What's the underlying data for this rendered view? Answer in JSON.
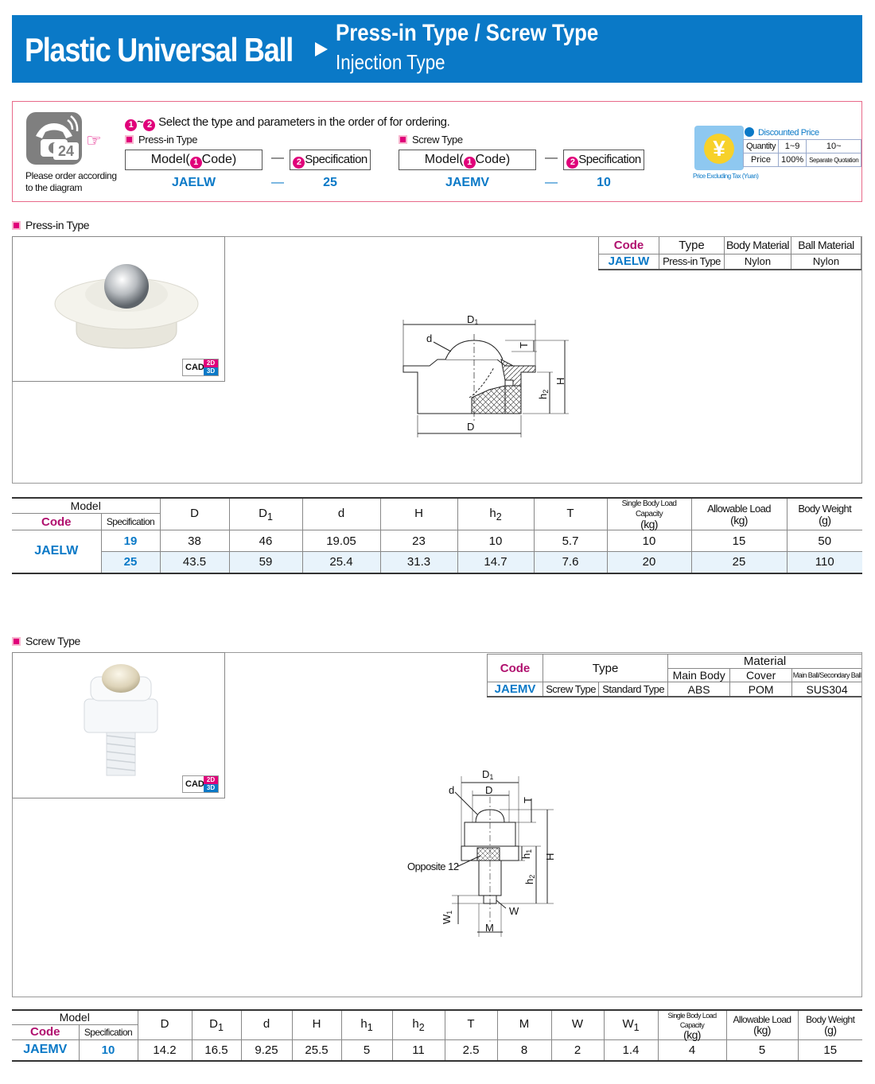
{
  "header": {
    "title": "Plastic Universal Ball",
    "subtitle1": "Press-in Type / Screw Type",
    "subtitle2": "Injection Type"
  },
  "ordering": {
    "step_marks": [
      "1",
      "2"
    ],
    "tilde": "~",
    "instruction": "Select the type and parameters in the order of for ordering.",
    "note_line1": "Please order according",
    "note_line2": "to the diagram",
    "phone_badge": "24",
    "press_in": {
      "label": "Press-in Type",
      "model_prefix": "Model(",
      "model_code": "Code)",
      "spec_label": "Specification",
      "code_value": "JAELW",
      "spec_value": "25"
    },
    "screw": {
      "label": "Screw Type",
      "model_prefix": "Model(",
      "model_code": "Code)",
      "spec_label": "Specification",
      "code_value": "JAEMV",
      "spec_value": "10"
    },
    "dash": "—"
  },
  "price": {
    "yen": "¥",
    "discounted": "Discounted Price",
    "quantity_label": "Quantity",
    "price_label": "Price",
    "q1": "1~9",
    "q2": "10~",
    "p1": "100%",
    "p2": "Separate Quotation",
    "note": "Price Excluding Tax (Yuan)"
  },
  "press_in_section": {
    "label": "Press-in Type",
    "cad": {
      "text": "CAD",
      "d2": "2D",
      "d3": "3D"
    },
    "info_table": {
      "headers": [
        "Code",
        "Type",
        "Body Material",
        "Ball Material"
      ],
      "row": [
        "JAELW",
        "Press-in Type",
        "Nylon",
        "Nylon"
      ]
    },
    "drawing_labels": {
      "D1": "D",
      "D1_sub": "1",
      "d": "d",
      "T": "T",
      "H": "H",
      "h2": "h",
      "h2_sub": "2",
      "D": "D"
    },
    "spec_table": {
      "model": "Model",
      "code": "Code",
      "specification": "Specification",
      "columns": [
        {
          "main": "D",
          "sub": ""
        },
        {
          "main": "D",
          "sub": "1"
        },
        {
          "main": "d",
          "sub": ""
        },
        {
          "main": "H",
          "sub": ""
        },
        {
          "main": "h",
          "sub": "2"
        },
        {
          "main": "T",
          "sub": ""
        },
        {
          "main": "Single Body Load Capacity",
          "sub": "(kg)"
        },
        {
          "main": "Allowable Load",
          "sub": "(kg)"
        },
        {
          "main": "Body Weight",
          "sub": "(g)"
        }
      ],
      "code_value": "JAELW",
      "rows": [
        {
          "spec": "19",
          "values": [
            "38",
            "46",
            "19.05",
            "23",
            "10",
            "5.7",
            "10",
            "15",
            "50"
          ]
        },
        {
          "spec": "25",
          "values": [
            "43.5",
            "59",
            "25.4",
            "31.3",
            "14.7",
            "7.6",
            "20",
            "25",
            "110"
          ]
        }
      ]
    }
  },
  "screw_section": {
    "label": "Screw Type",
    "cad": {
      "text": "CAD",
      "d2": "2D",
      "d3": "3D"
    },
    "info_table": {
      "code": "Code",
      "type": "Type",
      "material": "Material",
      "main_body": "Main Body",
      "cover": "Cover",
      "ball": "Main Ball/Secondary Ball",
      "row": [
        "JAEMV",
        "Screw Type",
        "Standard Type",
        "ABS",
        "POM",
        "SUS304"
      ]
    },
    "drawing_labels": {
      "D1": "D",
      "D1_sub": "1",
      "d": "d",
      "D": "D",
      "T": "T",
      "H": "H",
      "h1": "h",
      "h1_sub": "1",
      "h2": "h",
      "h2_sub": "2",
      "opposite": "Opposite 12",
      "W": "W",
      "W1": "W",
      "W1_sub": "1",
      "M": "M"
    },
    "spec_table": {
      "model": "Model",
      "code": "Code",
      "specification": "Specification",
      "columns": [
        {
          "main": "D",
          "sub": ""
        },
        {
          "main": "D",
          "sub": "1"
        },
        {
          "main": "d",
          "sub": ""
        },
        {
          "main": "H",
          "sub": ""
        },
        {
          "main": "h",
          "sub": "1"
        },
        {
          "main": "h",
          "sub": "2"
        },
        {
          "main": "T",
          "sub": ""
        },
        {
          "main": "M",
          "sub": ""
        },
        {
          "main": "W",
          "sub": ""
        },
        {
          "main": "W",
          "sub": "1"
        },
        {
          "main": "Single Body Load Capacity",
          "sub": "(kg)"
        },
        {
          "main": "Allowable Load",
          "sub": "(kg)"
        },
        {
          "main": "Body Weight",
          "sub": "(g)"
        }
      ],
      "code_value": "JAEMV",
      "rows": [
        {
          "spec": "10",
          "values": [
            "14.2",
            "16.5",
            "9.25",
            "25.5",
            "5",
            "11",
            "2.5",
            "8",
            "2",
            "1.4",
            "4",
            "5",
            "15"
          ]
        }
      ]
    }
  },
  "colors": {
    "brand_blue": "#0a79c7",
    "magenta": "#e0007a",
    "code_purple": "#b0106e",
    "row_tint": "#e8f3fb"
  }
}
